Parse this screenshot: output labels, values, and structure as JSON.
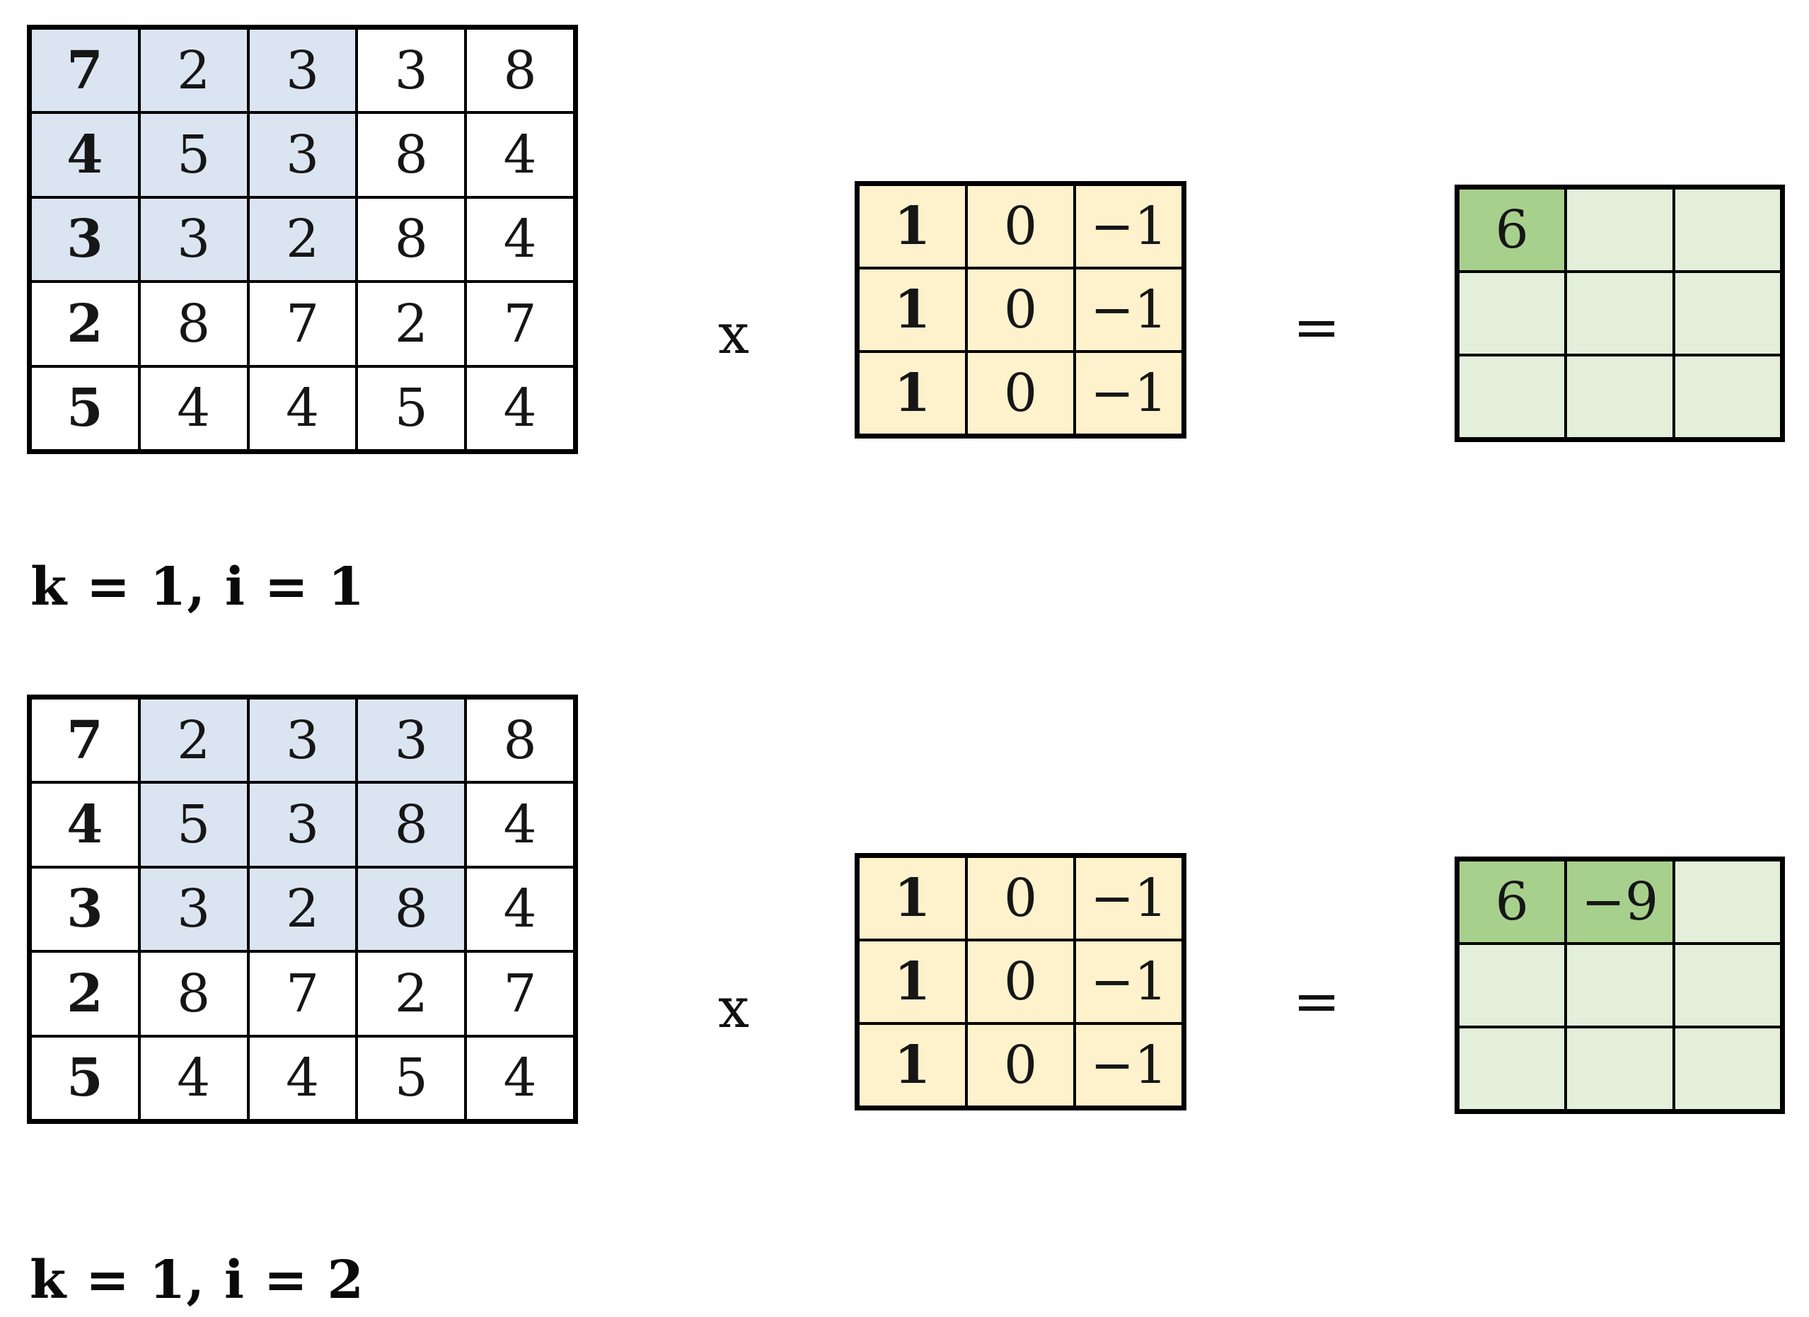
{
  "colors": {
    "window_highlight_blue": "#dbe5f1",
    "kernel_yellow": "#fdf2cc",
    "output_light_green": "#e3efda",
    "output_filled_green": "#a8d08d",
    "grid_border": "#000000",
    "cell_white": "#ffffff"
  },
  "operators": {
    "multiply": "x",
    "equals": "="
  },
  "steps": [
    {
      "label": "k = 1, i = 1",
      "input_matrix": {
        "rows": [
          [
            7,
            2,
            3,
            3,
            8
          ],
          [
            4,
            5,
            3,
            8,
            4
          ],
          [
            3,
            3,
            2,
            8,
            4
          ],
          [
            2,
            8,
            7,
            2,
            7
          ],
          [
            5,
            4,
            4,
            5,
            4
          ]
        ],
        "bold_column": 0,
        "highlight_rows": [
          0,
          1,
          2
        ],
        "highlight_cols": [
          0,
          1,
          2
        ]
      },
      "kernel_matrix": {
        "rows": [
          [
            1,
            0,
            -1
          ],
          [
            1,
            0,
            -1
          ],
          [
            1,
            0,
            -1
          ]
        ],
        "bold_column": 0
      },
      "output_matrix": {
        "rows": [
          [
            "6",
            "",
            ""
          ],
          [
            "",
            "",
            ""
          ],
          [
            "",
            "",
            ""
          ]
        ],
        "filled_cells": [
          [
            0,
            0
          ]
        ]
      }
    },
    {
      "label": "k = 1, i = 2",
      "input_matrix": {
        "rows": [
          [
            7,
            2,
            3,
            3,
            8
          ],
          [
            4,
            5,
            3,
            8,
            4
          ],
          [
            3,
            3,
            2,
            8,
            4
          ],
          [
            2,
            8,
            7,
            2,
            7
          ],
          [
            5,
            4,
            4,
            5,
            4
          ]
        ],
        "bold_column": 0,
        "highlight_rows": [
          0,
          1,
          2
        ],
        "highlight_cols": [
          1,
          2,
          3
        ]
      },
      "kernel_matrix": {
        "rows": [
          [
            1,
            0,
            -1
          ],
          [
            1,
            0,
            -1
          ],
          [
            1,
            0,
            -1
          ]
        ],
        "bold_column": 0
      },
      "output_matrix": {
        "rows": [
          [
            "6",
            "-9",
            ""
          ],
          [
            "",
            "",
            ""
          ],
          [
            "",
            "",
            ""
          ]
        ],
        "filled_cells": [
          [
            0,
            0
          ],
          [
            0,
            1
          ]
        ]
      }
    }
  ]
}
